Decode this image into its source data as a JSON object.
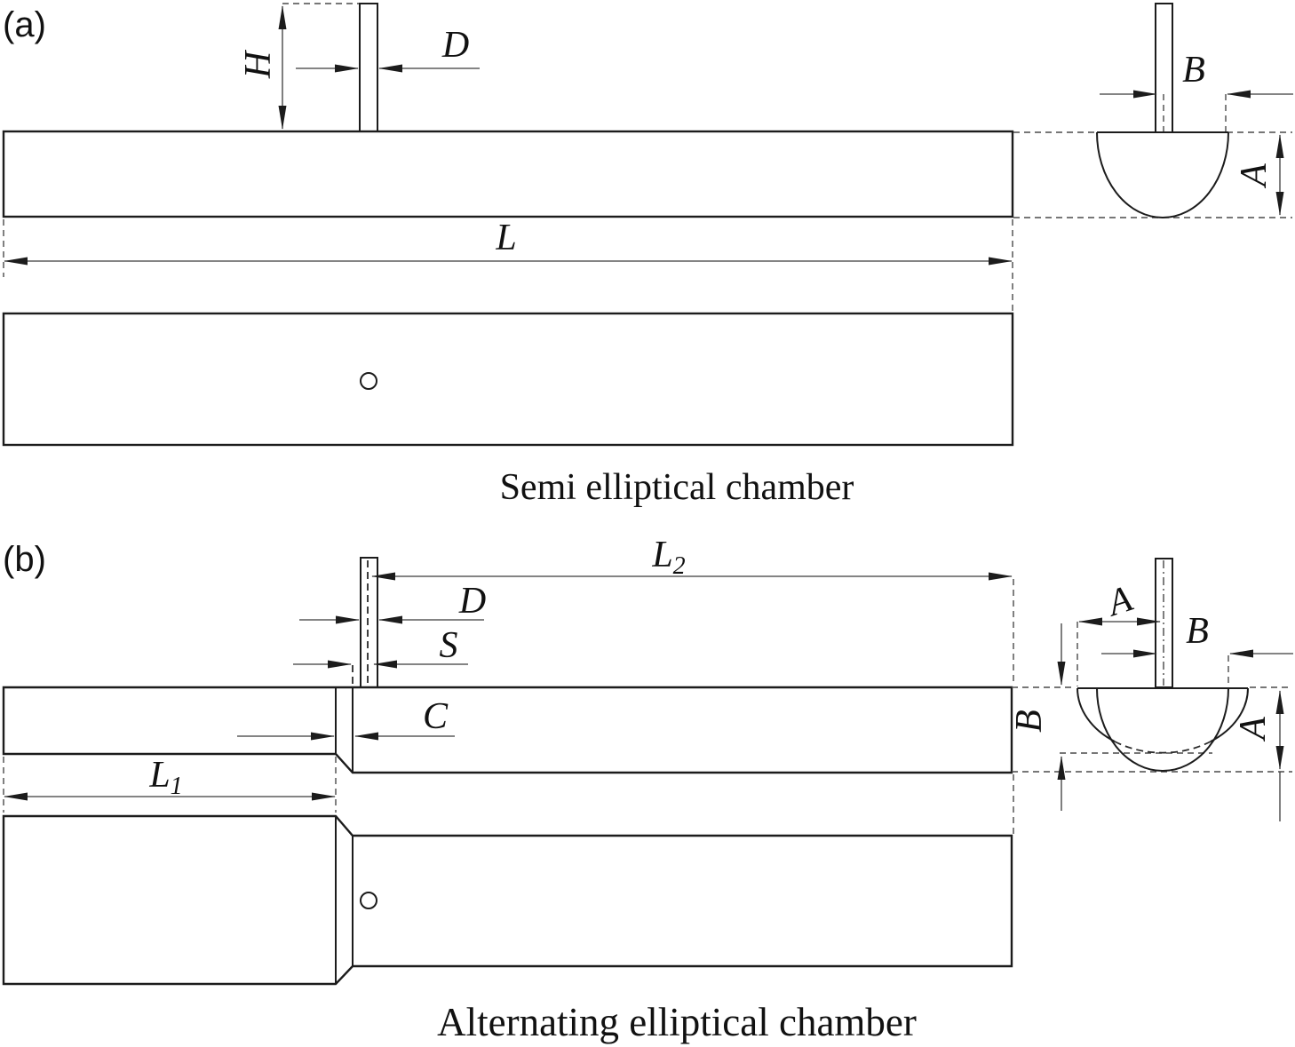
{
  "figure": {
    "panel_a": {
      "tag": "(a)",
      "caption": "Semi elliptical chamber",
      "dim_height": "H",
      "dim_tube_diameter": "D",
      "dim_length": "L",
      "dim_width": "B",
      "dim_depth": "A"
    },
    "panel_b": {
      "tag": "(b)",
      "caption": "Alternating elliptical chamber",
      "dim_length2_main": "L",
      "dim_length2_sub": "2",
      "dim_tube_diameter": "D",
      "dim_hole_offset": "S",
      "dim_transition": "C",
      "dim_length1_main": "L",
      "dim_length1_sub": "1",
      "dim_semi_axis_a_top": "A",
      "dim_semi_axis_b_top": "B",
      "dim_depth_b_left": "B",
      "dim_depth_a_right": "A"
    },
    "colors": {
      "ink": "#1c1c1c",
      "background": "#ffffff"
    }
  }
}
